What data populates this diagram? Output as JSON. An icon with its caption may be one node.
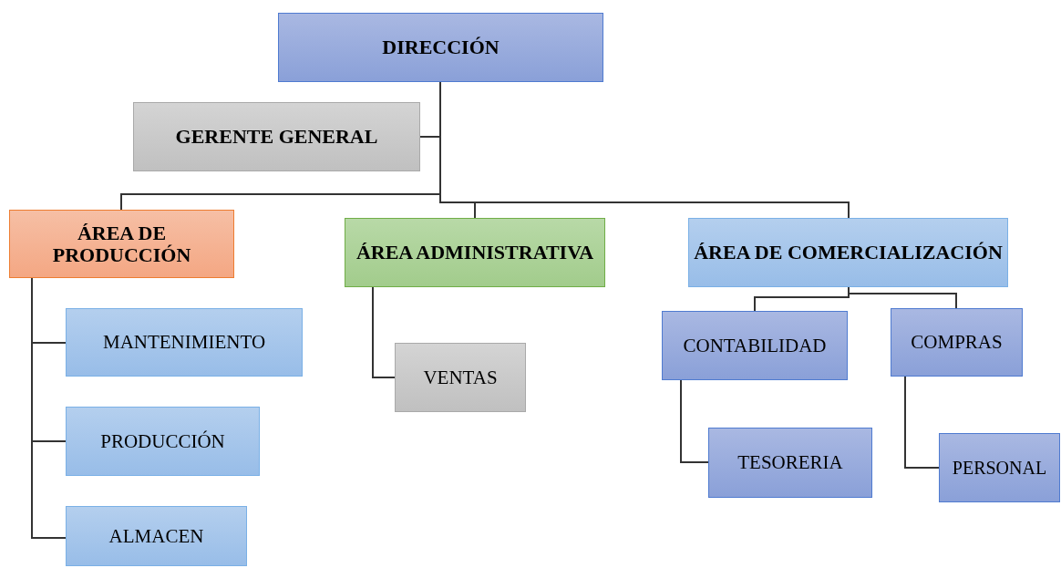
{
  "diagram": {
    "nodes": [
      {
        "text": [
          "DIRECCIÓN"
        ]
      },
      {
        "text": [
          "GERENTE GENERAL"
        ]
      },
      {
        "text": [
          "ÁREA DE PRODUCCIÓN"
        ]
      },
      {
        "text": [
          "ÁREA ADMINISTRATIVA"
        ]
      },
      {
        "text": [
          "ÁREA DE COMERCIALIZACIÓN"
        ]
      },
      {
        "text": [
          "MANTENIMIENTO"
        ]
      },
      {
        "text": [
          "PRODUCCIÓN"
        ]
      },
      {
        "text": [
          "ALMACEN"
        ]
      },
      {
        "text": [
          "VENTAS"
        ]
      },
      {
        "text": [
          "CONTABILIDAD"
        ]
      },
      {
        "text": [
          "COMPRAS"
        ]
      },
      {
        "text": [
          "TESORERIA"
        ]
      },
      {
        "text": [
          "PERSONAL"
        ]
      }
    ],
    "edges": [
      {
        "from": 0,
        "to": 1,
        "arrow": "none"
      },
      {
        "from": 0,
        "to": 2,
        "arrow": "none"
      },
      {
        "from": 0,
        "to": 3,
        "arrow": "none"
      },
      {
        "from": 0,
        "to": 4,
        "arrow": "none"
      },
      {
        "from": 2,
        "to": 5,
        "arrow": "none"
      },
      {
        "from": 2,
        "to": 6,
        "arrow": "none"
      },
      {
        "from": 2,
        "to": 7,
        "arrow": "none"
      },
      {
        "from": 3,
        "to": 8,
        "arrow": "none"
      },
      {
        "from": 4,
        "to": 9,
        "arrow": "none"
      },
      {
        "from": 4,
        "to": 10,
        "arrow": "none"
      },
      {
        "from": 9,
        "to": 11,
        "arrow": "none"
      },
      {
        "from": 10,
        "to": 12,
        "arrow": "none"
      }
    ]
  }
}
